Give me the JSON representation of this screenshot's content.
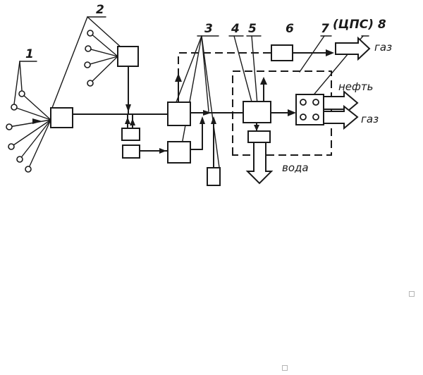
{
  "labels": {
    "n1": "1",
    "n2": "2",
    "n3": "3",
    "n4": "4",
    "n5": "5",
    "n6": "6",
    "n7": "7",
    "n8": "(ЦПС) 8",
    "gas_top": "газ",
    "oil": "нефть",
    "gas_right": "газ",
    "water": "вода"
  }
}
